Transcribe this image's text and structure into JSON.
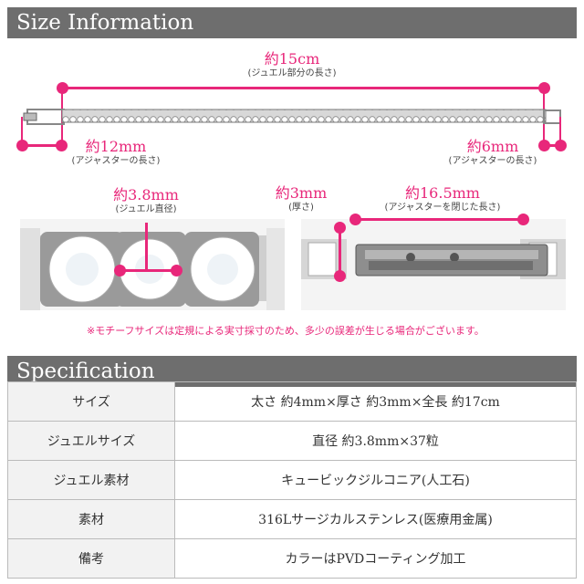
{
  "size": {
    "title": "Size Information",
    "total_length": {
      "value": "約15cm",
      "desc": "(ジュエル部分の長さ)"
    },
    "adjuster_left": {
      "value": "約12mm",
      "desc": "(アジャスターの長さ)"
    },
    "adjuster_right": {
      "value": "約6mm",
      "desc": "(アジャスターの長さ)"
    },
    "jewel_diameter": {
      "value": "約3.8mm",
      "desc": "(ジュエル直径)"
    },
    "thickness": {
      "value": "約3mm",
      "desc": "(厚さ)"
    },
    "closed_adjuster": {
      "value": "約16.5mm",
      "desc": "(アジャスターを閉じた長さ)"
    },
    "note": "※モチーフサイズは定規による実寸採寸のため、多少の誤差が生じる場合がございます。"
  },
  "spec": {
    "title": "Specification",
    "rows": [
      {
        "key": "サイズ",
        "value": "太さ 約4mm×厚さ 約3mm×全長 約17cm"
      },
      {
        "key": "ジュエルサイズ",
        "value": "直径 約3.8mm×37粒"
      },
      {
        "key": "ジュエル素材",
        "value": "キュービックジルコニア(人工石)"
      },
      {
        "key": "素材",
        "value": "316Lサージカルステンレス(医療用金属)"
      },
      {
        "key": "備考",
        "value": "カラーはPVDコーティング加工"
      }
    ]
  },
  "colors": {
    "accent": "#e8277a",
    "header_bg": "#6e6e6e",
    "key_bg": "#f2f2f2"
  }
}
